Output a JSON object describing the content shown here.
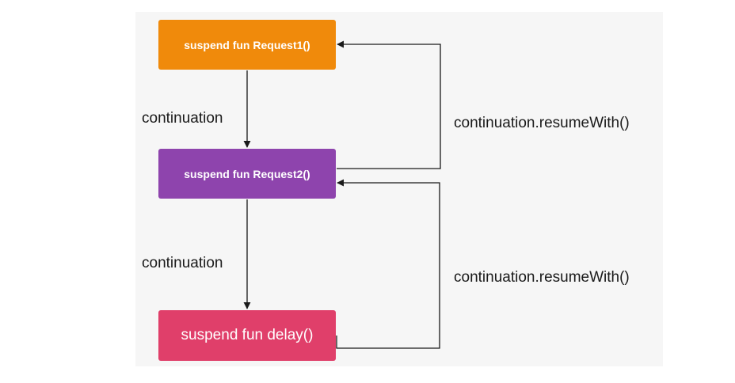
{
  "nodes": [
    {
      "id": "request1",
      "label": "suspend fun Request1()",
      "color": "#F08A0B"
    },
    {
      "id": "request2",
      "label": "suspend fun Request2()",
      "color": "#8E44AD"
    },
    {
      "id": "delay",
      "label": "suspend fun delay()",
      "color": "#E03F6A"
    }
  ],
  "edges": [
    {
      "from": "request1",
      "to": "request2",
      "label": "continuation"
    },
    {
      "from": "request2",
      "to": "delay",
      "label": "continuation"
    },
    {
      "from": "request2",
      "to": "request1",
      "label": "continuation.resumeWith()"
    },
    {
      "from": "delay",
      "to": "request2",
      "label": "continuation.resumeWith()"
    }
  ],
  "colors": {
    "background": "#F6F6F6",
    "arrow": "#1A1A1A",
    "text": "#1A1A1A"
  }
}
